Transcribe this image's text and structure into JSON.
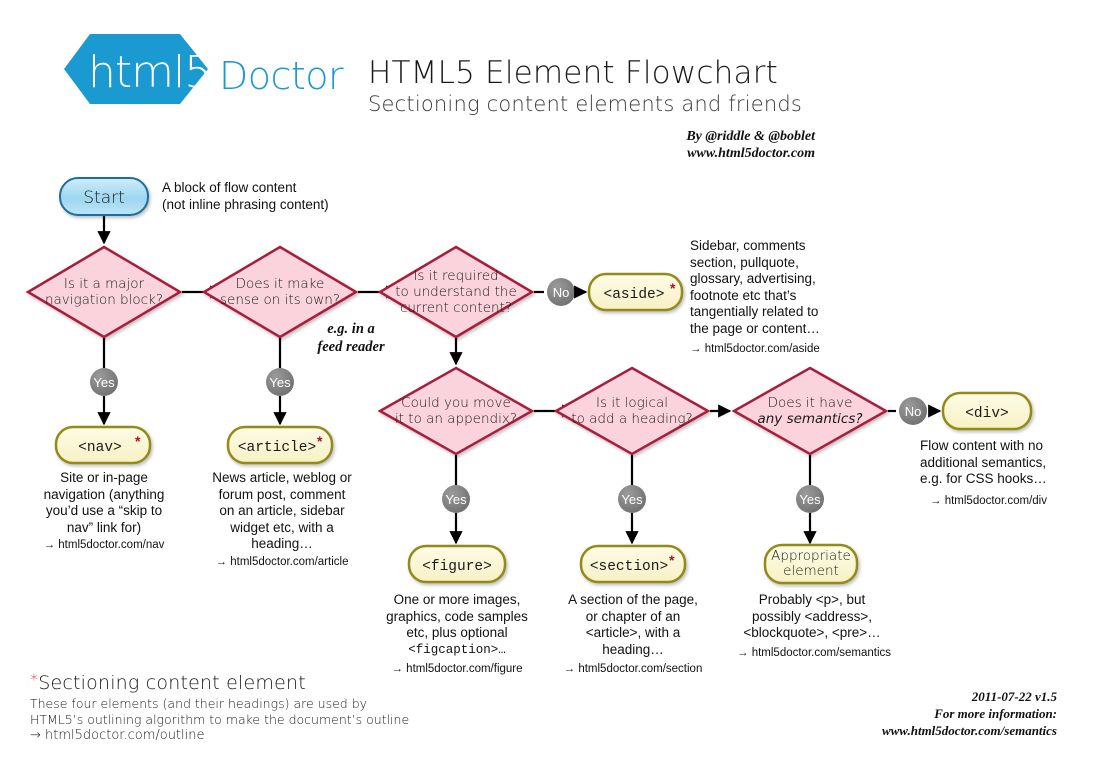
{
  "header": {
    "logo_text": "html5",
    "logo_doctor": "Doctor",
    "title": "HTML5 Element Flowchart",
    "subtitle": "Sectioning content elements and friends",
    "byline_author": "By @riddle & @boblet",
    "byline_site": "www.html5doctor.com"
  },
  "colors": {
    "logo_blue": "#1b9ad2",
    "start_fill": "#a8dcf0",
    "start_stroke": "#1a6e9e",
    "decision_fill": "#fbd3dc",
    "decision_stroke": "#a81f3c",
    "element_fill": "#fbf8d8",
    "element_stroke": "#938b16",
    "branch_fill": "#7d7d7d",
    "star": "#a81028",
    "arrow": "#000000"
  },
  "start_node": {
    "label": "Start",
    "note": "A block of flow content\n(not inline phrasing content)",
    "note_lines": [
      "A block of flow content",
      "(not inline phrasing content)"
    ]
  },
  "decisions": [
    {
      "id": "major-navigation",
      "lines": [
        "Is it a major",
        "navigation block?"
      ]
    },
    {
      "id": "make-sense-on-its-own",
      "lines": [
        "Does it make",
        "sense on its own?"
      ],
      "side_note_lines": [
        "e.g. in a",
        "feed reader"
      ]
    },
    {
      "id": "required-to-understand",
      "lines": [
        "Is it required",
        "to understand the",
        "current content?"
      ]
    },
    {
      "id": "move-to-appendix",
      "lines": [
        "Could you move",
        "it to an appendix?"
      ]
    },
    {
      "id": "logical-to-add-heading",
      "lines": [
        "Is it logical",
        "to add a heading?"
      ]
    },
    {
      "id": "has-any-semantics",
      "lines": [
        "Does it have",
        "any semantics?"
      ],
      "italic_line": 1
    }
  ],
  "branch_labels": {
    "yes": "Yes",
    "no": "No"
  },
  "elements": [
    {
      "id": "nav",
      "label": "<nav>",
      "starred": true,
      "mono": true,
      "desc_lines": [
        "Site or in-page",
        "navigation (anything",
        "you’d use a “skip to",
        "nav” link for)"
      ],
      "link": "→ html5doctor.com/nav"
    },
    {
      "id": "article",
      "label": "<article>",
      "starred": true,
      "mono": true,
      "desc_lines": [
        "News article, weblog or",
        "forum post, comment",
        "on an article, sidebar",
        "widget etc, with a",
        "heading…"
      ],
      "link": "→ html5doctor.com/article"
    },
    {
      "id": "aside",
      "label": "<aside>",
      "starred": true,
      "mono": true,
      "desc_lines": [
        "Sidebar, comments",
        "section, pullquote,",
        "glossary, advertising,",
        "footnote etc that’s",
        "tangentially related to",
        "the page or content…"
      ],
      "link": "→ html5doctor.com/aside"
    },
    {
      "id": "div",
      "label": "<div>",
      "starred": false,
      "mono": true,
      "desc_lines": [
        "Flow content with no",
        "additional semantics,",
        "e.g. for CSS hooks…"
      ],
      "link": "→ html5doctor.com/div"
    },
    {
      "id": "figure",
      "label": "<figure>",
      "starred": false,
      "mono": true,
      "desc_lines": [
        "One or more images,",
        "graphics, code samples",
        "etc, plus optional",
        "<figcaption>…"
      ],
      "link": "→ html5doctor.com/figure"
    },
    {
      "id": "section",
      "label": "<section>",
      "starred": true,
      "mono": true,
      "desc_lines": [
        "A section of the page,",
        "or chapter of an",
        "<article>, with a",
        "heading…"
      ],
      "link": "→ html5doctor.com/section"
    },
    {
      "id": "appropriate-element",
      "label": "Appropriate element",
      "label_lines": [
        "Appropriate",
        "element"
      ],
      "starred": false,
      "mono": false,
      "desc_lines": [
        "Probably <p>, but",
        "possibly <address>,",
        "<blockquote>, <pre>…"
      ],
      "link": "→ html5doctor.com/semantics"
    }
  ],
  "footnote": {
    "star": "*",
    "title": "Sectioning content element",
    "body_lines": [
      "These four elements (and their headings) are used by",
      "HTML5’s outlining algorithm to make the document’s outline"
    ],
    "link": "→ html5doctor.com/outline"
  },
  "version_info": {
    "version": "2011-07-22 v1.5",
    "more": "For more information:",
    "url": "www.html5doctor.com/semantics"
  }
}
